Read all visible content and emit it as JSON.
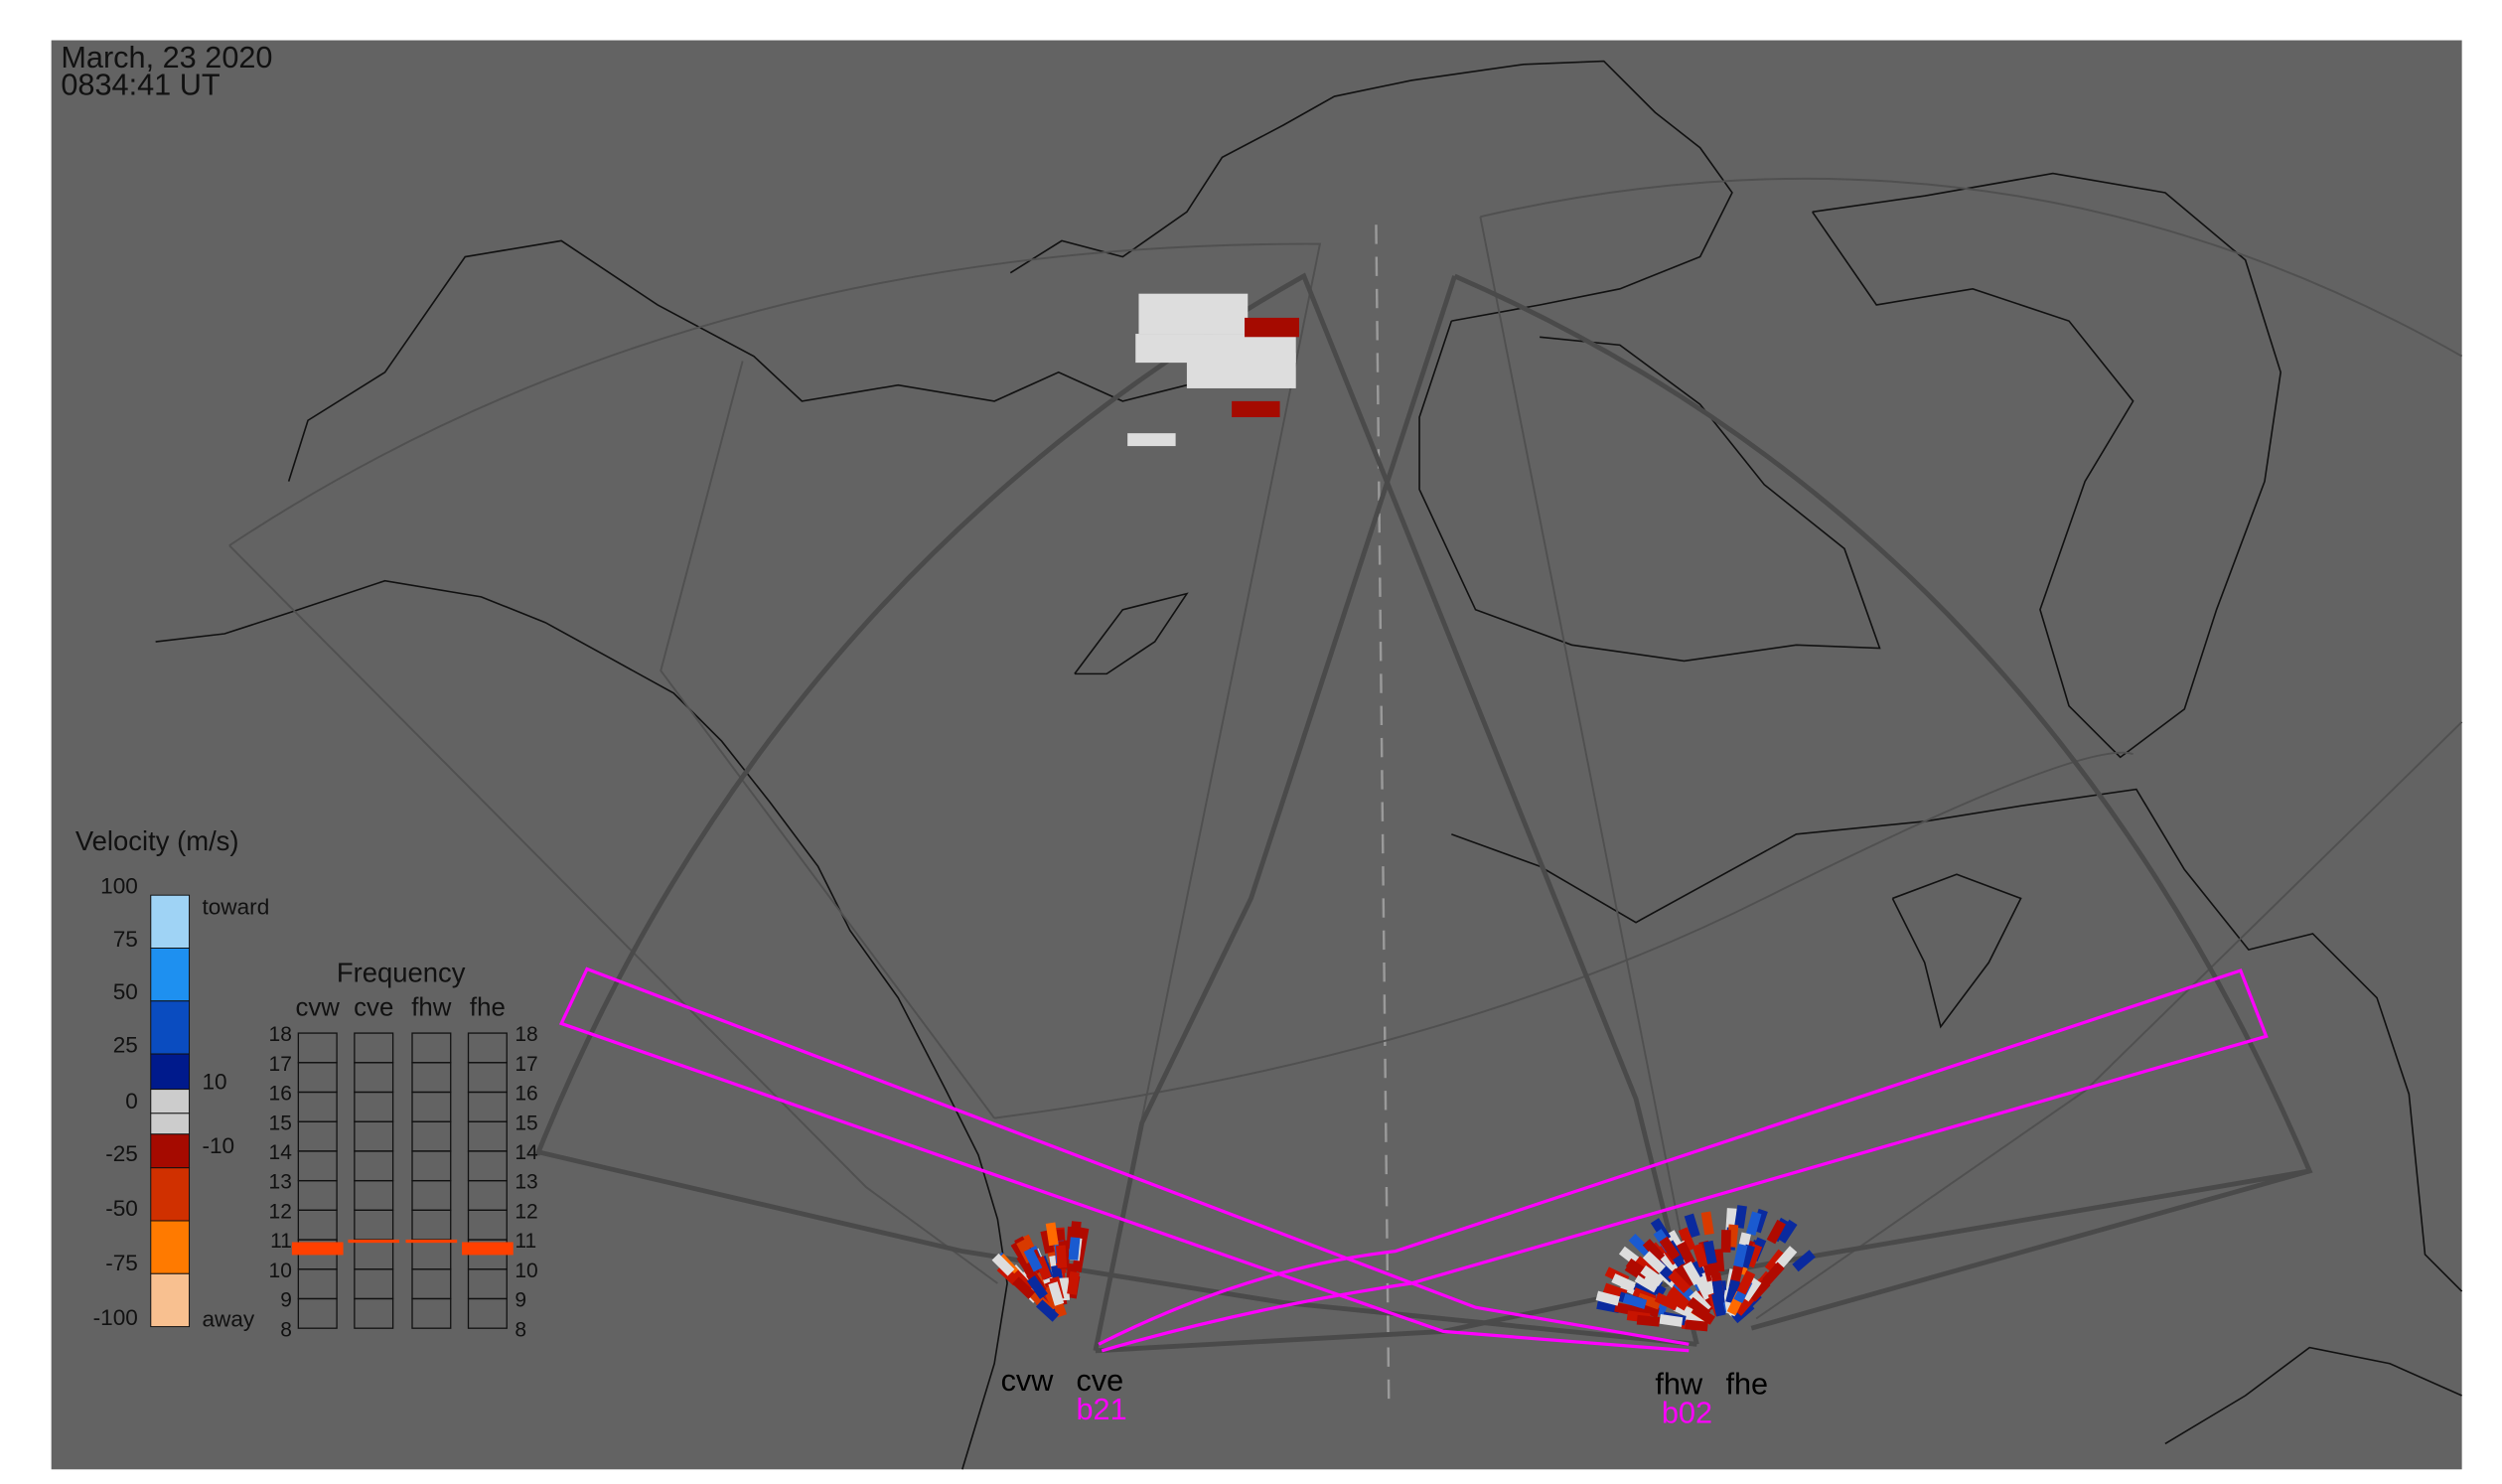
{
  "header": {
    "date": "March, 23 2020",
    "time": "0834:41 UT"
  },
  "colors": {
    "map_bg": "#636363",
    "coast": "#111111",
    "fov_thick": "#4a4a4a",
    "fov_thin": "#505050",
    "beam": "#ff00ff",
    "freq_mark": "#ff4000"
  },
  "velocity_legend": {
    "title": "Velocity (m/s)",
    "ticks": [
      "100",
      "75",
      "50",
      "25",
      "0",
      "-25",
      "-50",
      "-75",
      "-100"
    ],
    "inner_ticks": [
      "10",
      "-10"
    ],
    "toward_label": "toward",
    "away_label": "away",
    "segments": [
      "#9fd3f5",
      "#1e90f0",
      "#0a4cc0",
      "#001a8c",
      "#cccccc",
      "#cccccc",
      "#a50a00",
      "#d03000",
      "#ff7a00",
      "#f8c090"
    ]
  },
  "frequency_legend": {
    "title": "Frequency",
    "radars": [
      "cvw",
      "cve",
      "fhw",
      "fhe"
    ],
    "ticks": [
      "18",
      "17",
      "16",
      "15",
      "14",
      "13",
      "12",
      "11",
      "10",
      "9",
      "8"
    ],
    "range_mhz": [
      8,
      18
    ],
    "radar_freqs_mhz": [
      10.7,
      10.95,
      10.95,
      10.7
    ]
  },
  "radars": {
    "west": {
      "labels": [
        "cvw",
        "cve"
      ],
      "beam_label": "b21"
    },
    "east": {
      "labels": [
        "fhw",
        "fhe"
      ],
      "beam_label": "b02"
    }
  }
}
